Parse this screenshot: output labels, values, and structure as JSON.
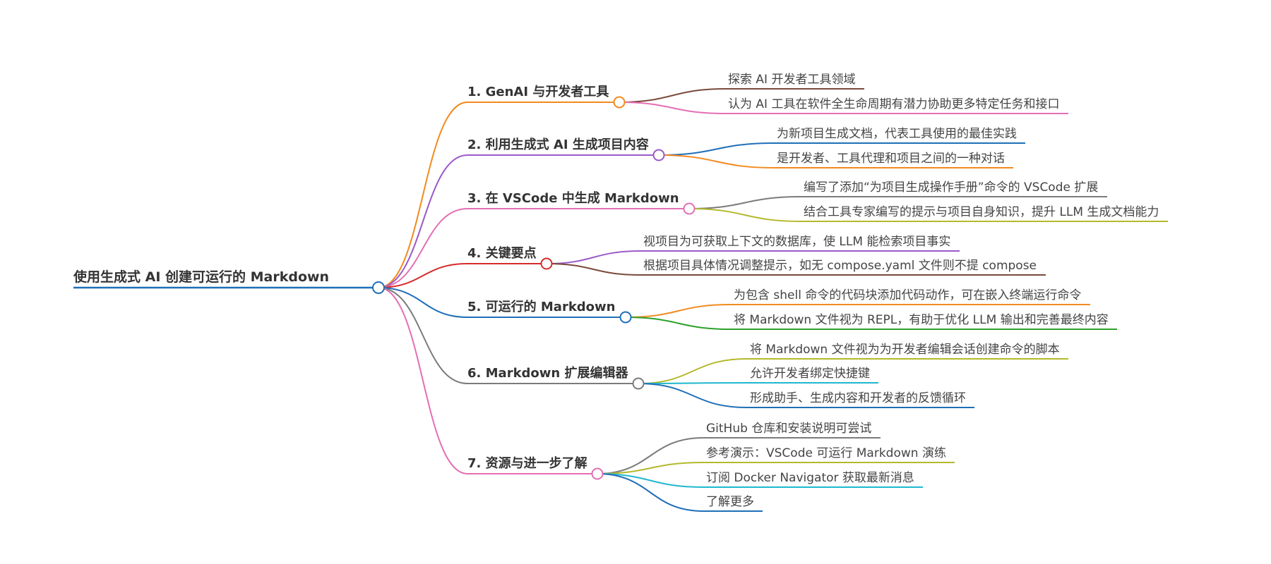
{
  "root": {
    "label": "使用生成式 AI 创建可运行的 Markdown",
    "color": "#1f6fb8"
  },
  "branches": [
    {
      "label": "1. GenAI 与开发者工具",
      "color": "#f28a20",
      "children": [
        {
          "label": "探索 AI 开发者工具领域",
          "color": "#7a4a3a"
        },
        {
          "label": "认为 AI 工具在软件全生命周期有潜力协助更多特定任务和接口",
          "color": "#e36fb4"
        }
      ]
    },
    {
      "label": "2. 利用生成式 AI 生成项目内容",
      "color": "#9b59c9",
      "children": [
        {
          "label": "为新项目生成文档，代表工具使用的最佳实践",
          "color": "#1f6fb8"
        },
        {
          "label": "是开发者、工具代理和项目之间的一种对话",
          "color": "#f28a20"
        }
      ]
    },
    {
      "label": "3. 在 VSCode 中生成 Markdown",
      "color": "#e36fb4",
      "children": [
        {
          "label": "编写了添加“为项目生成操作手册”命令的 VSCode 扩展",
          "color": "#7b7b7b"
        },
        {
          "label": "结合工具专家编写的提示与项目自身知识，提升 LLM 生成文档能力",
          "color": "#b4b92c"
        }
      ]
    },
    {
      "label": "4. 关键要点",
      "color": "#d62b2b",
      "children": [
        {
          "label": "视项目为可获取上下文的数据库，使 LLM 能检索项目事实",
          "color": "#9b59c9"
        },
        {
          "label": "根据项目具体情况调整提示，如无 compose.yaml 文件则不提 compose",
          "color": "#7a4a3a"
        }
      ]
    },
    {
      "label": "5. 可运行的 Markdown",
      "color": "#1f6fb8",
      "children": [
        {
          "label": "为包含 shell 命令的代码块添加代码动作，可在嵌入终端运行命令",
          "color": "#f28a20"
        },
        {
          "label": "将 Markdown 文件视为 REPL，有助于优化 LLM 输出和完善最终内容",
          "color": "#2ca02c"
        }
      ]
    },
    {
      "label": "6. Markdown 扩展编辑器",
      "color": "#7b7b7b",
      "children": [
        {
          "label": "将 Markdown 文件视为为开发者编辑会话创建命令的脚本",
          "color": "#b4b92c"
        },
        {
          "label": "允许开发者绑定快捷键",
          "color": "#1fb7cf"
        },
        {
          "label": "形成助手、生成内容和开发者的反馈循环",
          "color": "#1f6fb8"
        }
      ]
    },
    {
      "label": "7. 资源与进一步了解",
      "color": "#e36fb4",
      "children": [
        {
          "label": "GitHub 仓库和安装说明可尝试",
          "color": "#7b7b7b"
        },
        {
          "label": "参考演示：VSCode 可运行 Markdown 演练",
          "color": "#b4b92c"
        },
        {
          "label": "订阅 Docker Navigator 获取最新消息",
          "color": "#1fb7cf"
        },
        {
          "label": "了解更多",
          "color": "#1f6fb8"
        }
      ]
    }
  ]
}
